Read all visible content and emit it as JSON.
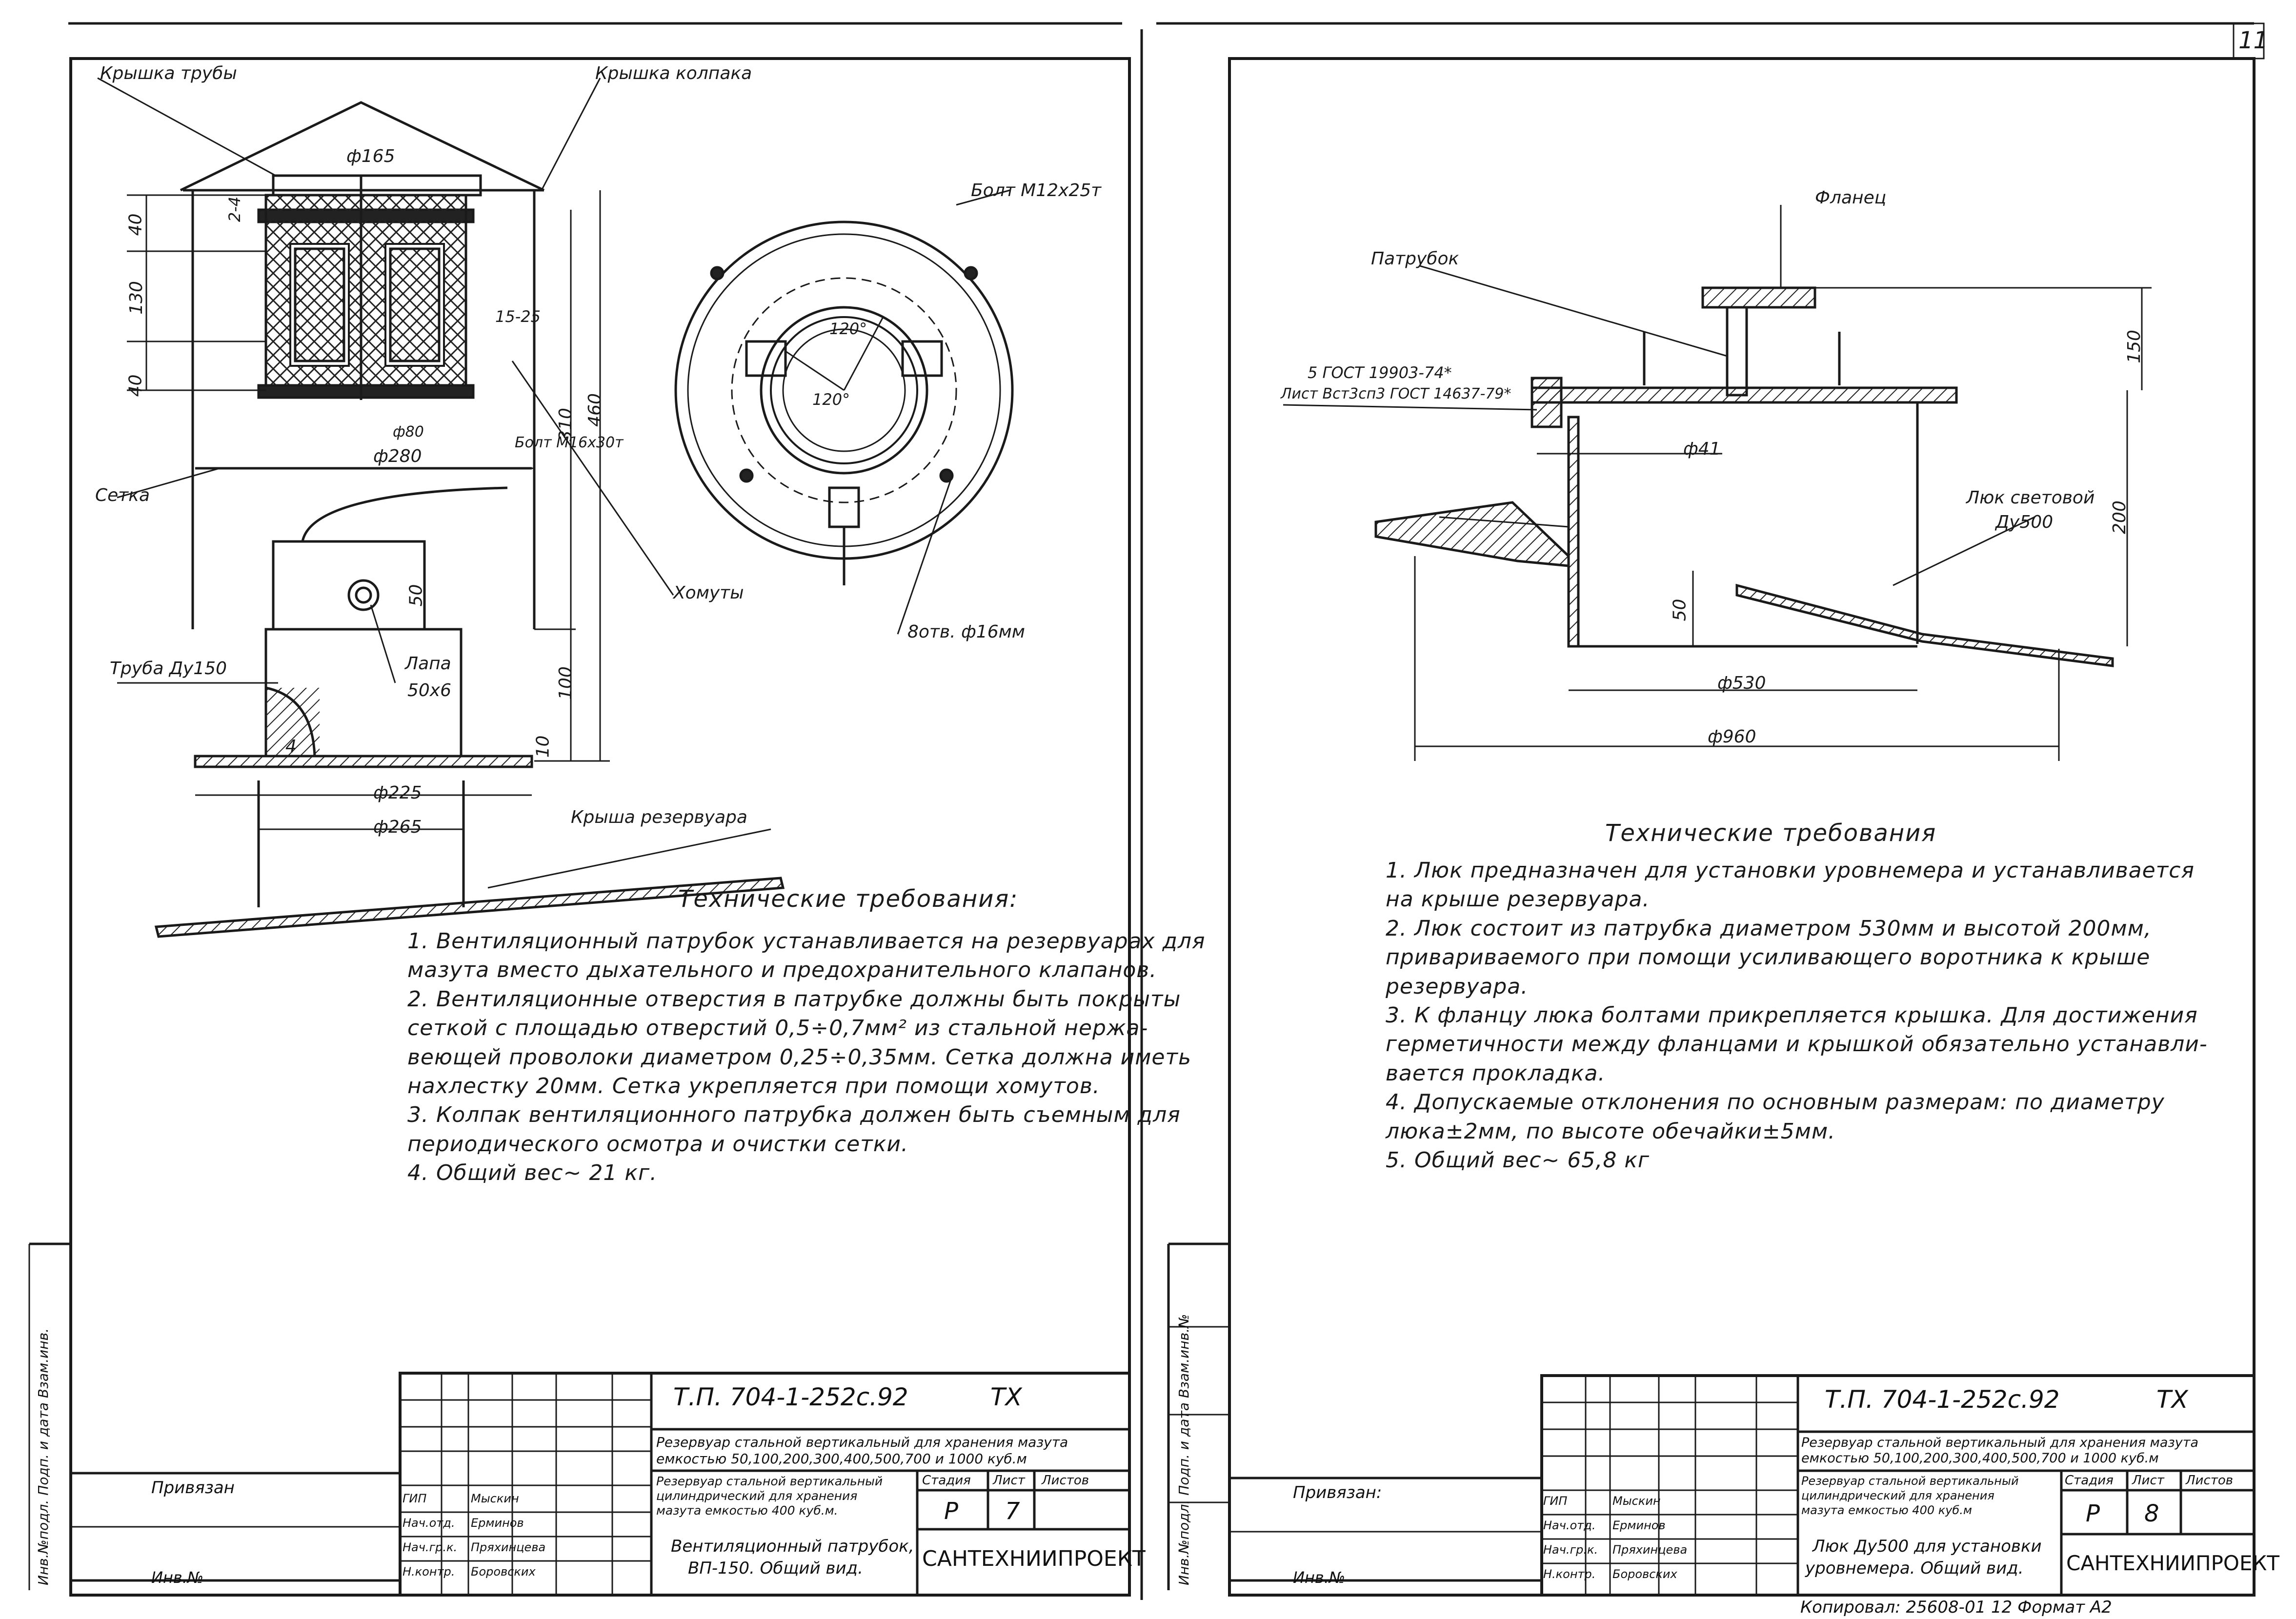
{
  "page_number": "11",
  "left": {
    "labels": {
      "pipe_cover": "Крышка трубы",
      "cap_cover": "Крышка колпака",
      "mesh": "Сетка",
      "pipe": "Труба Ду150",
      "lug": "Лапа",
      "lug_size": "50х6",
      "clamps": "Хомуты",
      "bolt_top": "Болт М12х25т",
      "bolt_mid": "Болт М16х30т",
      "holes": "8отв. ф16мм",
      "roof": "Крыша резервуара"
    },
    "dims": {
      "d165": "ф165",
      "d80": "ф80",
      "d280": "ф280",
      "d225": "ф225",
      "d265": "ф265",
      "h40a": "40",
      "h130": "130",
      "h40b": "40",
      "h310": "310",
      "h460": "460",
      "h100": "100",
      "h10": "10",
      "h50": "50",
      "h4": "4",
      "h2_4": "2-4",
      "r15_25": "15-25",
      "a120a": "120°",
      "a120b": "120°"
    },
    "requirements_title": "Технические требования:",
    "requirements": [
      "1. Вентиляционный патрубок устанавливается на резервуарах для",
      "    мазута вместо дыхательного и предохранительного клапанов.",
      "2. Вентиляционные отверстия в патрубке должны быть покрыты",
      "    сеткой с площадью отверстий 0,5÷0,7мм² из стальной нержа-",
      "    веющей проволоки диаметром 0,25÷0,35мм. Сетка должна иметь",
      "    нахлестку 20мм. Сетка укрепляется при помощи хомутов.",
      "3. Колпак вентиляционного патрубка должен быть съемным для",
      "    периодического осмотра и очистки сетки.",
      "4. Общий вес~ 21 кг."
    ],
    "title_block": {
      "code": "Т.П. 704-1-252с.92",
      "mark": "ТХ",
      "project": "Резервуар стальной вертикальный для хранения мазута емкостью 50,100,200,300,400,500,700 и 1000 куб.м",
      "sheet_title_1": "Резервуар стальной вертикальный",
      "sheet_title_2": "цилиндрический для хранения",
      "sheet_title_3": "мазута емкостью 400 куб.м.",
      "stage_header": "Стадия",
      "sheet_header": "Лист",
      "sheets_header": "Листов",
      "stage": "Р",
      "sheet": "7",
      "drawing_1": "Вентиляционный патрубок,",
      "drawing_2": "ВП-150. Общий вид.",
      "org": "САНТЕХНИИПРОЕКТ",
      "bound": "Привязан",
      "inv": "Инв.№",
      "roles": [
        "ГИП",
        "Нач.отд.",
        "Нач.гр.к.",
        "Н.контр."
      ],
      "names": [
        "Мыскин",
        "Ерминов",
        "Пряхинцева",
        "Боровских"
      ]
    },
    "side_stamp": "Инв.№подл. Подп. и дата Взам.инв."
  },
  "right": {
    "labels": {
      "flange": "Фланец",
      "nozzle": "Патрубок",
      "sheet_spec_1": "5 ГОСТ 19903-74*",
      "sheet_spec_2": "Лист Вст3сп3 ГОСТ 14637-79*",
      "hatch": "Люк световой",
      "hatch_size": "Ду500"
    },
    "dims": {
      "d41": "ф41",
      "d530": "ф530",
      "d960": "ф960",
      "h150": "150",
      "h200": "200",
      "h50": "50"
    },
    "requirements_title": "Технические требования",
    "requirements": [
      "1. Люк предназначен для установки уровнемера и устанавливается",
      "    на крыше резервуара.",
      "2. Люк состоит из патрубка диаметром 530мм и высотой 200мм,",
      "    привариваемого при помощи усиливающего воротника к крыше",
      "    резервуара.",
      "3. К фланцу люка болтами прикрепляется крышка. Для достижения",
      "    герметичности между фланцами и крышкой обязательно устанавли-",
      "    вается прокладка.",
      "4. Допускаемые отклонения по основным размерам: по диаметру",
      "    люка±2мм, по высоте обечайки±5мм.",
      "5. Общий вес~ 65,8 кг"
    ],
    "title_block": {
      "code": "Т.П. 704-1-252с.92",
      "mark": "ТХ",
      "project": "Резервуар стальной вертикальный для хранения мазута емкостью 50,100,200,300,400,500,700 и 1000 куб.м",
      "sheet_title_1": "Резервуар стальной вертикальный",
      "sheet_title_2": "цилиндрический для хранения",
      "sheet_title_3": "мазута емкостью 400 куб.м",
      "stage_header": "Стадия",
      "sheet_header": "Лист",
      "sheets_header": "Листов",
      "stage": "Р",
      "sheet": "8",
      "drawing_1": "Люк Ду500 для установки",
      "drawing_2": "уровнемера. Общий вид.",
      "org": "САНТЕХНИИПРОЕКТ",
      "bound": "Привязан:",
      "inv": "Инв.№",
      "roles": [
        "ГИП",
        "Нач.отд.",
        "Нач.гр.к.",
        "Н.контр."
      ],
      "names": [
        "Мыскин",
        "Ерминов",
        "Пряхинцева",
        "Боровских"
      ]
    },
    "side_stamp": "Инв.№подл. Подп. и дата Взам.инв.№",
    "footer": "Копировал: 25608-01   12   Формат А2"
  }
}
